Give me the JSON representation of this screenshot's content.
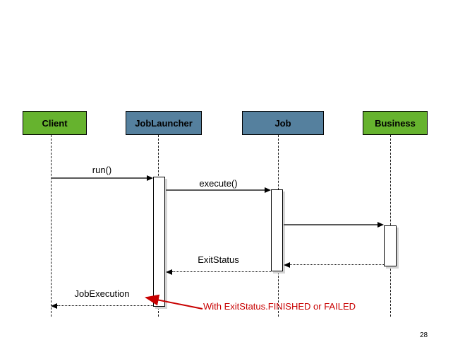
{
  "slide": {
    "page_number": "28"
  },
  "colors": {
    "actor_green": "#66B32E",
    "actor_blue": "#55809E",
    "annotation_red": "#C80000",
    "solid_line": "#595959"
  },
  "actors": [
    {
      "label": "Client"
    },
    {
      "label": "JobLauncher"
    },
    {
      "label": "Job"
    },
    {
      "label": "Business"
    }
  ],
  "messages": {
    "run": "run()",
    "execute": "execute()",
    "exit_status": "ExitStatus",
    "job_execution": "JobExecution"
  },
  "annotation": "With ExitStatus.FINISHED or FAILED"
}
